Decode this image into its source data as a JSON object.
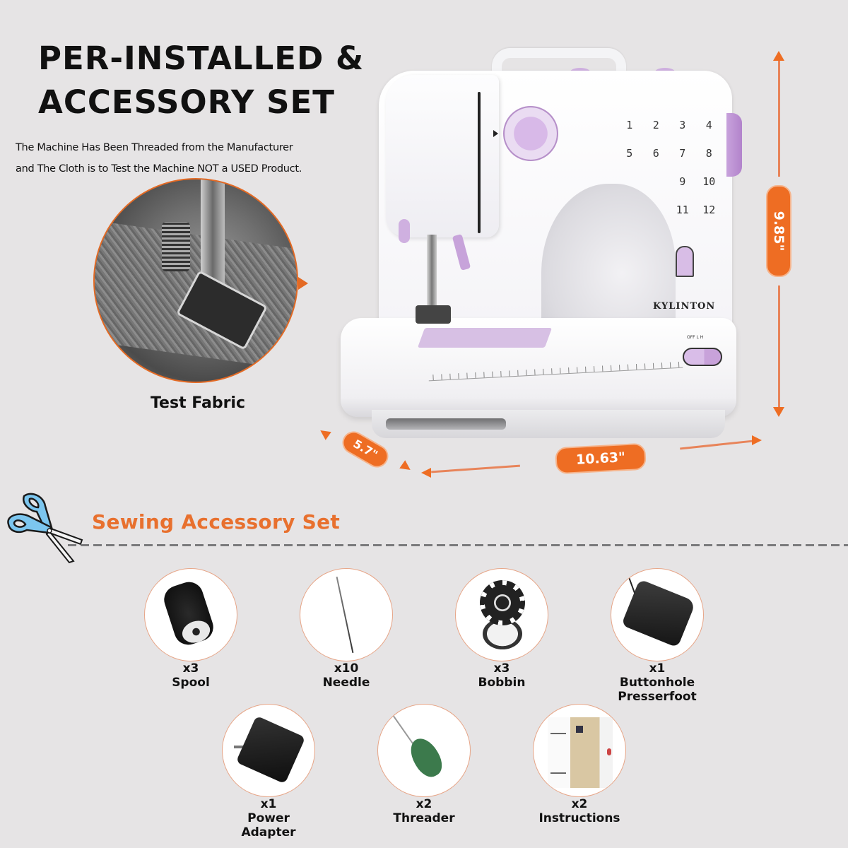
{
  "header": {
    "title_line1": "PER-INSTALLED &",
    "title_line2": "ACCESSORY SET",
    "subtitle_line1": "The Machine Has Been Threaded from the Manufacturer",
    "subtitle_line2": "and The Cloth is to Test the Machine NOT a USED Product."
  },
  "test_fabric": {
    "label": "Test Fabric"
  },
  "machine": {
    "brand": "KYLINTON",
    "switch_label": "OFF L H",
    "stitch_numbers": [
      "1",
      "2",
      "3",
      "4",
      "5",
      "6",
      "7",
      "8",
      "",
      "",
      "9",
      "10",
      "",
      "",
      "11",
      "12"
    ]
  },
  "dimensions": {
    "height": "9.85\"",
    "width": "10.63\"",
    "depth": "5.7\""
  },
  "accessory_section": {
    "title": "Sewing Accessory Set",
    "items": [
      {
        "qty": "x3",
        "name": "Spool",
        "icon": "spool-icon"
      },
      {
        "qty": "x10",
        "name": "Needle",
        "icon": "needle-icon"
      },
      {
        "qty": "x3",
        "name": "Bobbin",
        "icon": "bobbin-icon"
      },
      {
        "qty": "x1",
        "name": "Buttonhole Presserfoot",
        "name_line1": "Buttonhole",
        "name_line2": "Presserfoot",
        "icon": "foot-pedal-icon"
      },
      {
        "qty": "x1",
        "name": "Power Adapter",
        "icon": "power-adapter-icon"
      },
      {
        "qty": "x2",
        "name": "Threader",
        "icon": "threader-icon"
      },
      {
        "qty": "x2",
        "name": "Instructions",
        "icon": "instructions-icon"
      }
    ]
  },
  "colors": {
    "background": "#e6e4e5",
    "accent_orange": "#ee6d23",
    "section_title": "#e8702e",
    "machine_lilac": "#d2b3e3",
    "scissors_blue": "#7cc6ef"
  }
}
